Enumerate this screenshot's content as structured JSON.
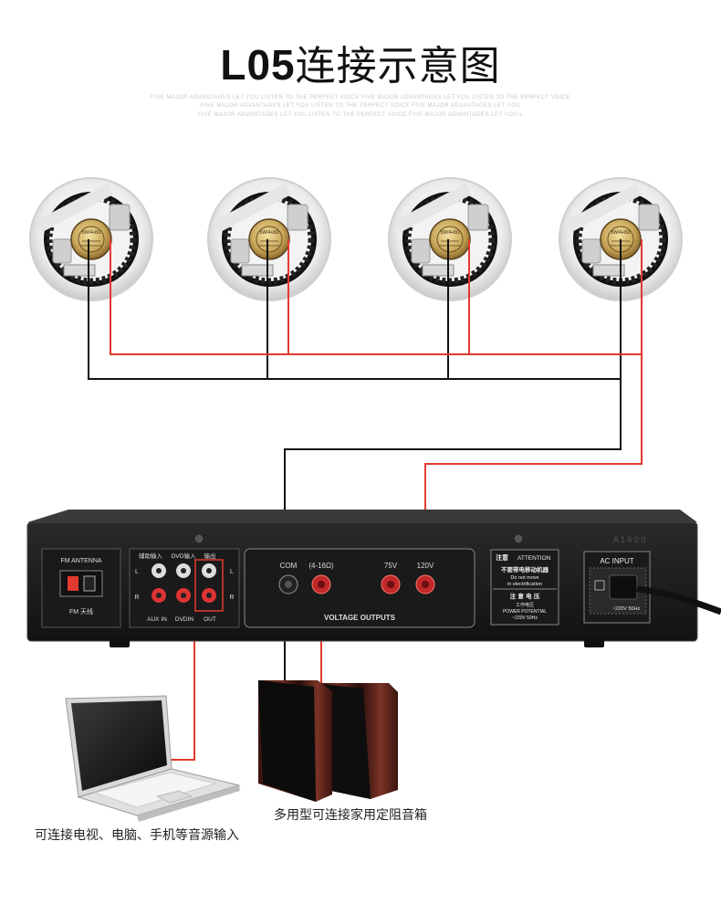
{
  "title": {
    "model": "L05",
    "text": "连接示意图"
  },
  "watermark": {
    "line1": "FIVE MAJOR ADVANTAGES LET YOU LISTEN TO THE PERFECT VOICE FIVE MAJOR ADVANTAGES LET YOU LISTEN TO THE PERFECT VOICE",
    "line2": "FIVE MAJOR ADVANTAGES LET YOU LISTEN TO THE PERFECT VOICE FIVE MAJOR ADVANTAGES LET YOU",
    "line3": "FIVE MAJOR ADVANTAGES LET YOU LISTEN TO THE PERFECT VOICE FIVE MAJOR ADVANTAGES LET YOU L"
  },
  "speaker_label": "5W/4+8Ω",
  "amplifier": {
    "fm": {
      "title": "FM ANTENNA",
      "subtitle": "FM 天线"
    },
    "inputs": {
      "aux_label_cn": "辅助输入",
      "dvd_label_cn": "DVD输入",
      "out_label_cn": "输出",
      "aux_in": "AUX IN",
      "dvd_in": "DVDIN",
      "out": "OUT",
      "left": "L",
      "right": "R"
    },
    "voltage": {
      "com": "COM",
      "ohm": "(4-16Ω)",
      "v75": "75V",
      "v120": "120V",
      "label": "VOLTAGE OUTPUTS"
    },
    "attention": {
      "title_cn": "注意",
      "title_en": "ATTENTION",
      "warn_cn": "不要带电移动机器",
      "warn_en1": "Do not move",
      "warn_en2": "in electrification",
      "power_title": "注 意 电 压",
      "power_cn": "工作电压",
      "power_en": "POWER POTENTIAL",
      "power_value": "~220V 50Hz"
    },
    "ac": {
      "title": "AC INPUT",
      "value": "~220V 50Hz"
    }
  },
  "captions": {
    "laptop": "可连接电视、电脑、手机等音源输入",
    "speakers": "多用型可连接家用定阻音箱"
  },
  "colors": {
    "wire_red": "#e23a2f",
    "wire_black": "#111111",
    "chassis": "#1c1c1c"
  }
}
